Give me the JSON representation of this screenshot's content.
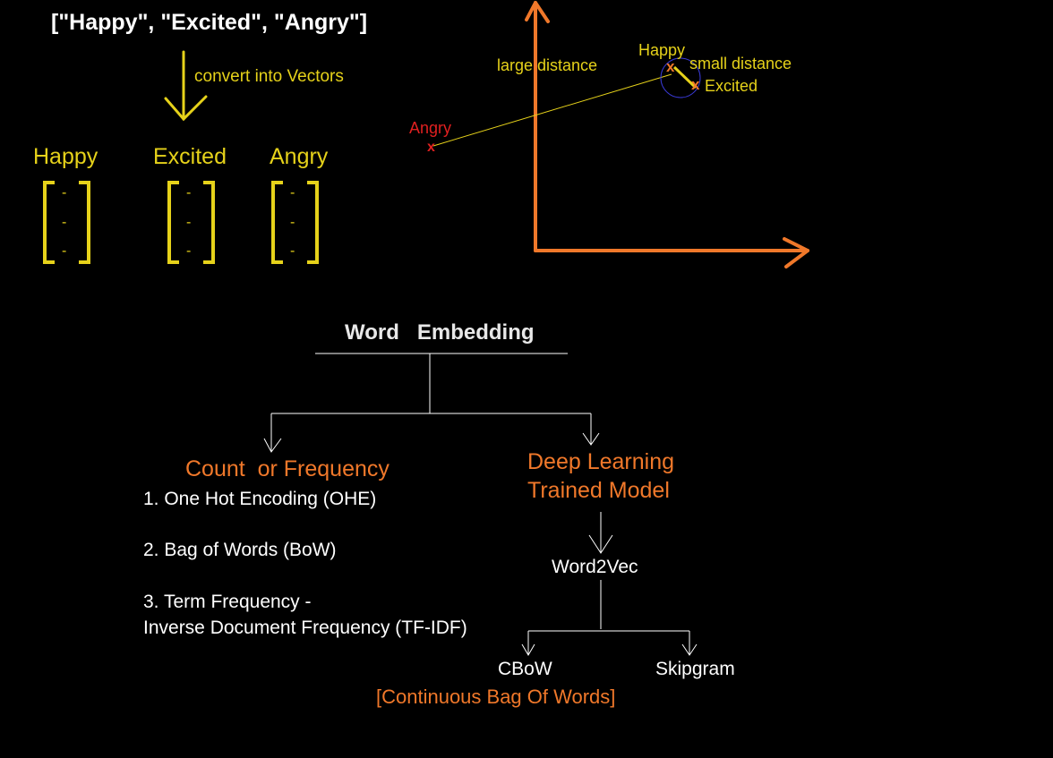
{
  "colors": {
    "yellow": "#e6d21a",
    "orange": "#f0782a",
    "white": "#ffffff",
    "light": "#e8e8e8",
    "red": "#e02020",
    "blue": "#3a3ad8"
  },
  "top": {
    "word_list": "[\"Happy\", \"Excited\", \"Angry\"]",
    "convert_label": "convert into Vectors",
    "vectors": [
      {
        "word": "Happy",
        "rows": [
          "-",
          "-",
          "-"
        ]
      },
      {
        "word": "Excited",
        "rows": [
          "-",
          "-",
          "-"
        ]
      },
      {
        "word": "Angry",
        "rows": [
          "-",
          "-",
          "-"
        ]
      }
    ]
  },
  "plot": {
    "points": {
      "happy": "Happy",
      "excited": "Excited",
      "angry": "Angry"
    },
    "marker": "x",
    "large_distance": "large distance",
    "small_distance": "small distance"
  },
  "tree": {
    "root": "Word   Embedding",
    "left": {
      "title": "Count  or Frequency",
      "items": [
        "1. One Hot Encoding (OHE)",
        "2. Bag of Words (BoW)",
        "3. Term Frequency -",
        "Inverse Document Frequency (TF-IDF)"
      ]
    },
    "right": {
      "title_line1": "Deep Learning",
      "title_line2": "Trained Model",
      "child": "Word2Vec",
      "leaves": [
        "CBoW",
        "Skipgram"
      ],
      "cbow_full": "[Continuous Bag Of Words]"
    }
  }
}
